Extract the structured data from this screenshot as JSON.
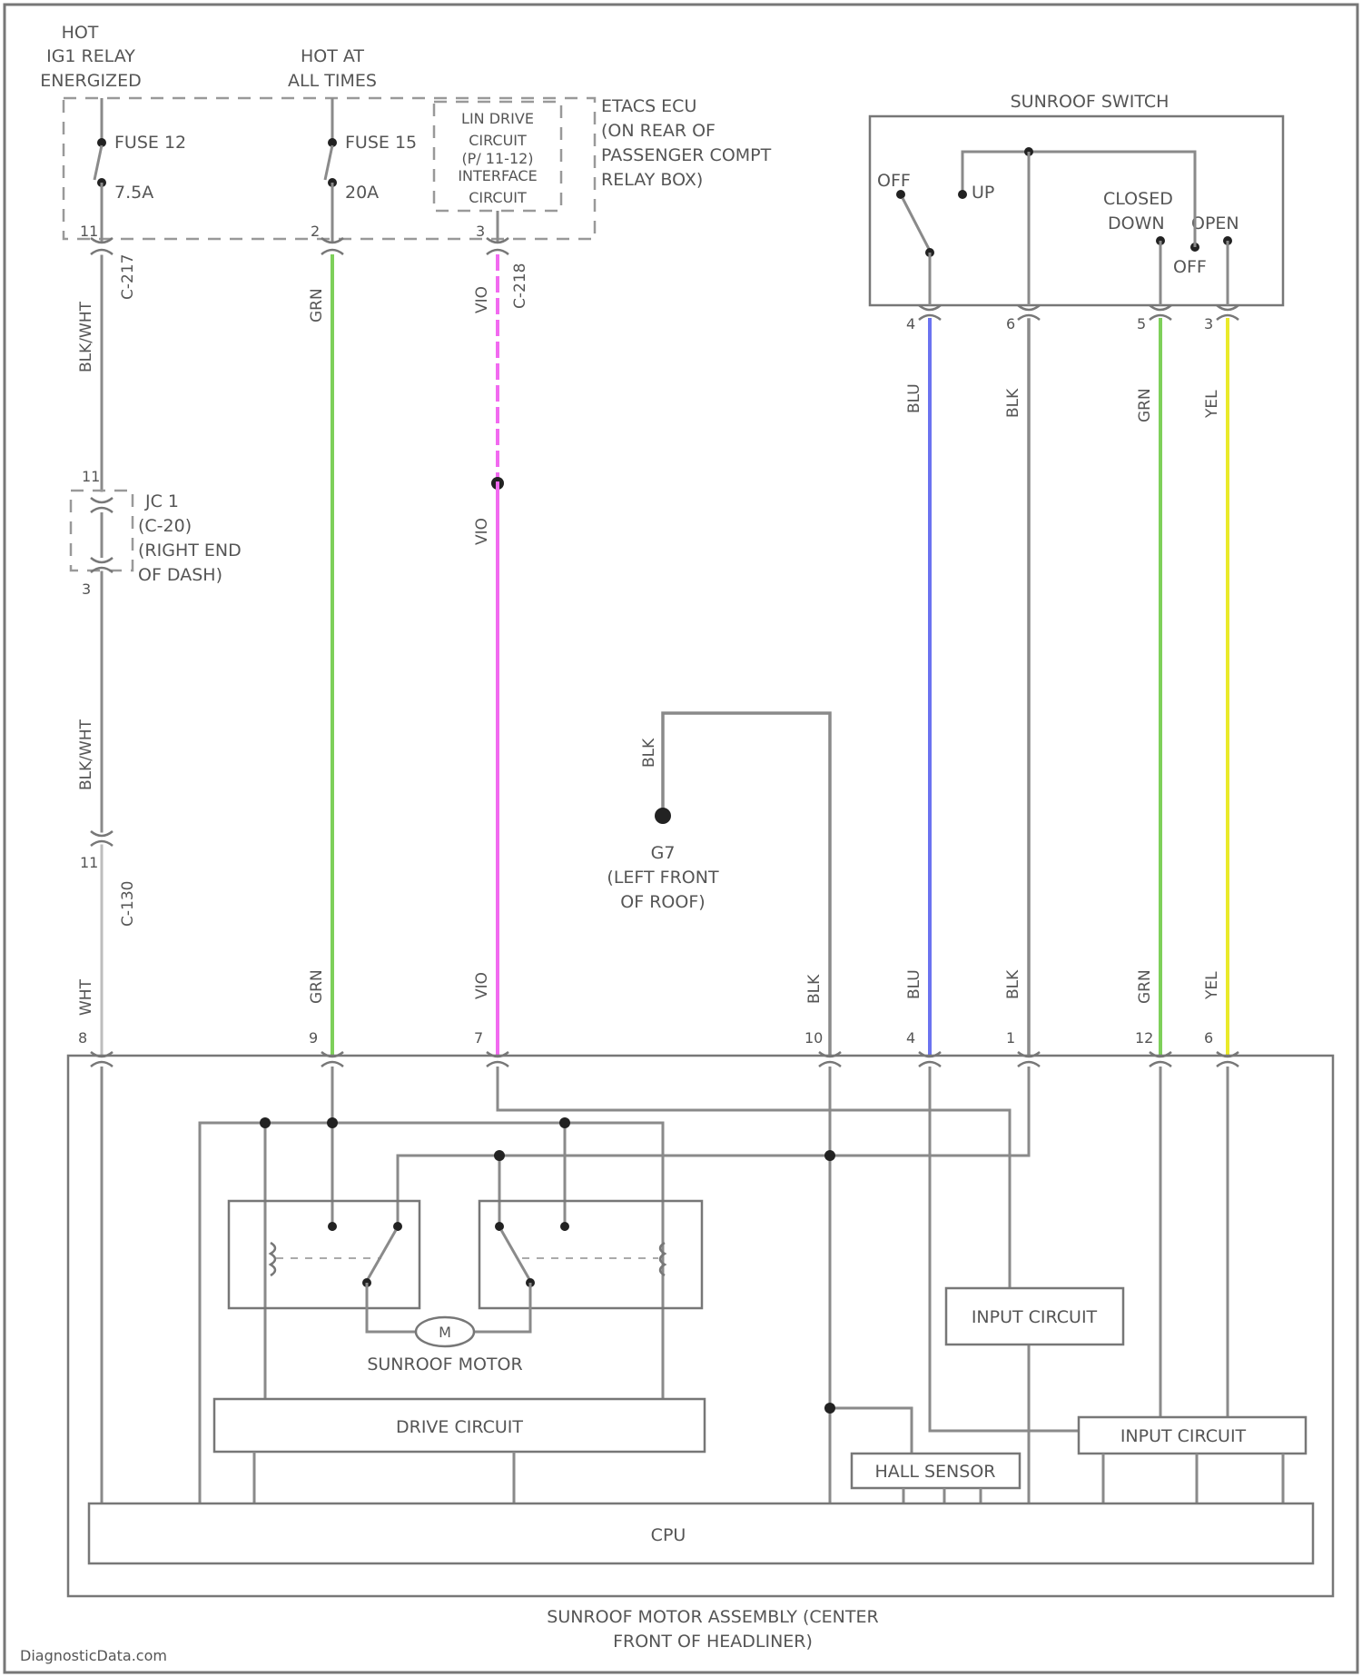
{
  "source_labels": {
    "ig1_hot": "HOT",
    "ig1_relay": "IG1 RELAY",
    "ig1_energized": "ENERGIZED",
    "batt_hot": "HOT AT",
    "batt_times": "ALL TIMES"
  },
  "fuses": {
    "f1_name": "FUSE 12",
    "f1_rating": "7.5A",
    "f2_name": "FUSE 15",
    "f2_rating": "20A"
  },
  "lin": {
    "l1": "LIN DRIVE",
    "l2": "CIRCUIT",
    "l3": "(P/ 11-12)",
    "l4": "INTERFACE",
    "l5": "CIRCUIT"
  },
  "etacs": {
    "l1": "ETACS ECU",
    "l2": "(ON REAR OF",
    "l3": "PASSENGER COMPT",
    "l4": "RELAY BOX)"
  },
  "switch": {
    "title": "SUNROOF SWITCH",
    "off": "OFF",
    "up": "UP",
    "closed": "CLOSED",
    "down": "DOWN",
    "open": "OPEN",
    "off2": "OFF"
  },
  "connectors": {
    "c217": "C-217",
    "c218": "C-218",
    "c130": "C-130"
  },
  "junction": {
    "l1": "JC 1",
    "l2": "(C-20)",
    "l3": "(RIGHT END",
    "l4": "OF DASH)"
  },
  "ground": {
    "name": "G7",
    "l2": "(LEFT FRONT",
    "l3": "OF ROOF)"
  },
  "wires": {
    "blk_wht": "BLK/WHT",
    "wht": "WHT",
    "grn": "GRN",
    "vio": "VIO",
    "blk": "BLK",
    "blu": "BLU",
    "yel": "YEL"
  },
  "pins": {
    "p_top1": "11",
    "p_top2": "2",
    "p_top3": "3",
    "p_sw1": "4",
    "p_sw2": "6",
    "p_sw3": "5",
    "p_sw4": "3",
    "p_jc_top": "11",
    "p_jc_bot": "3",
    "p_c130": "11",
    "p_m1": "8",
    "p_m2": "9",
    "p_m3": "7",
    "p_m4": "10",
    "p_m5": "4",
    "p_m6": "1",
    "p_m7": "12",
    "p_m8": "6"
  },
  "assembly": {
    "motor": "SUNROOF MOTOR",
    "motor_symbol": "M",
    "drive": "DRIVE CIRCUIT",
    "input1": "INPUT CIRCUIT",
    "input2": "INPUT CIRCUIT",
    "hall": "HALL SENSOR",
    "cpu": "CPU",
    "caption1": "SUNROOF MOTOR ASSEMBLY (CENTER",
    "caption2": "FRONT OF HEADLINER)"
  },
  "footer": {
    "watermark": "DiagnosticData.com"
  },
  "colors": {
    "grn": "#7ed05a",
    "vio": "#f26af0",
    "blu": "#6b73f0",
    "yel": "#eaea2a",
    "gray": "#8a8a8a"
  }
}
